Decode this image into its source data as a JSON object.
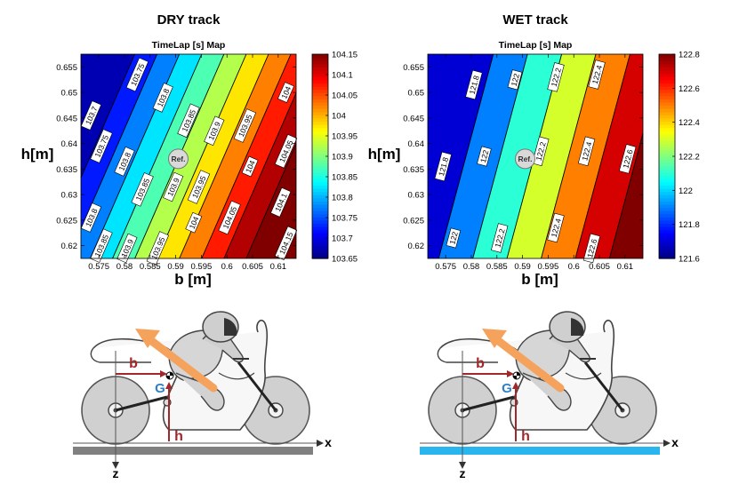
{
  "panels": [
    {
      "id": "dry",
      "header": "DRY track",
      "chart_title": "TimeLap [s] Map",
      "xlabel": "b [m]",
      "ylabel": "h[m]",
      "ref_label": "Ref.",
      "ground_color": "#808080"
    },
    {
      "id": "wet",
      "header": "WET track",
      "chart_title": "TimeLap [s] Map",
      "xlabel": "b [m]",
      "ylabel": "h[m]",
      "ref_label": "Ref.",
      "ground_color": "#29b6ef"
    }
  ],
  "diagram_labels": {
    "b": "b",
    "h": "h",
    "G": "G",
    "x": "x",
    "z": "z"
  },
  "colors": {
    "arrow_orange": "#f5a35c",
    "dim_red": "#a0282a",
    "g_blue": "#2f7fc8"
  },
  "chart_data": [
    {
      "type": "contour",
      "title": "TimeLap [s] Map",
      "xlabel": "b [m]",
      "ylabel": "h[m]",
      "xlim": [
        0.5715,
        0.6135
      ],
      "ylim": [
        0.6175,
        0.6575
      ],
      "x_ticks": [
        0.575,
        0.58,
        0.585,
        0.59,
        0.595,
        0.6,
        0.605,
        0.61
      ],
      "x_tick_labels": [
        "0.575",
        "0.58",
        "0.585",
        "0.59",
        "0.595",
        "0.6",
        "0.605",
        "0.61"
      ],
      "y_ticks": [
        0.62,
        0.625,
        0.63,
        0.635,
        0.64,
        0.645,
        0.65,
        0.655
      ],
      "y_tick_labels": [
        "0.62",
        "0.625",
        "0.63",
        "0.635",
        "0.64",
        "0.645",
        "0.65",
        "0.655"
      ],
      "colorbar": {
        "min": 103.65,
        "max": 104.15,
        "ticks": [
          104.15,
          104.1,
          104.05,
          104,
          103.95,
          103.9,
          103.85,
          103.8,
          103.75,
          103.7,
          103.65
        ],
        "tick_labels": [
          "104.15",
          "104.1",
          "104.05",
          "104",
          "103.95",
          "103.9",
          "103.85",
          "103.8",
          "103.75",
          "103.7",
          "103.65"
        ]
      },
      "reference_point": {
        "b": 0.5905,
        "h": 0.637,
        "label": "Ref."
      },
      "field": {
        "base": 103.9,
        "db": 11.5,
        "dh": -5.0,
        "b0": 0.5905,
        "h0": 0.637
      },
      "levels": [
        103.7,
        103.75,
        103.8,
        103.85,
        103.9,
        103.95,
        104,
        104.05,
        104.1,
        104.15
      ],
      "contour_labels": [
        {
          "text": "103.7",
          "b": 0.5735,
          "h": 0.6455
        },
        {
          "text": "103.75",
          "b": 0.5825,
          "h": 0.6535
        },
        {
          "text": "103.75",
          "b": 0.5755,
          "h": 0.6395
        },
        {
          "text": "103.8",
          "b": 0.5875,
          "h": 0.649
        },
        {
          "text": "103.8",
          "b": 0.58,
          "h": 0.6365
        },
        {
          "text": "103.8",
          "b": 0.5735,
          "h": 0.6255
        },
        {
          "text": "103.85",
          "b": 0.5925,
          "h": 0.6445
        },
        {
          "text": "103.85",
          "b": 0.5835,
          "h": 0.631
        },
        {
          "text": "103.85",
          "b": 0.5755,
          "h": 0.62
        },
        {
          "text": "103.9",
          "b": 0.5975,
          "h": 0.6425
        },
        {
          "text": "103.9",
          "b": 0.5895,
          "h": 0.6315
        },
        {
          "text": "103.9",
          "b": 0.5805,
          "h": 0.6195
        },
        {
          "text": "103.95",
          "b": 0.6035,
          "h": 0.6435
        },
        {
          "text": "103.95",
          "b": 0.5945,
          "h": 0.6315
        },
        {
          "text": "103.95",
          "b": 0.5865,
          "h": 0.6195
        },
        {
          "text": "104",
          "b": 0.6045,
          "h": 0.6355
        },
        {
          "text": "104",
          "b": 0.5935,
          "h": 0.6245
        },
        {
          "text": "104.05",
          "b": 0.6115,
          "h": 0.6385
        },
        {
          "text": "104.05",
          "b": 0.6005,
          "h": 0.6255
        },
        {
          "text": "104.1",
          "b": 0.6105,
          "h": 0.6285
        },
        {
          "text": "104.15",
          "b": 0.6115,
          "h": 0.6205
        },
        {
          "text": "104",
          "b": 0.6115,
          "h": 0.65
        }
      ]
    },
    {
      "type": "contour",
      "title": "TimeLap [s] Map",
      "xlabel": "b [m]",
      "ylabel": "h[m]",
      "xlim": [
        0.5715,
        0.6135
      ],
      "ylim": [
        0.6175,
        0.6575
      ],
      "x_ticks": [
        0.575,
        0.58,
        0.585,
        0.59,
        0.595,
        0.6,
        0.605,
        0.61
      ],
      "x_tick_labels": [
        "0.575",
        "0.58",
        "0.585",
        "0.59",
        "0.595",
        "0.6",
        "0.605",
        "0.61"
      ],
      "y_ticks": [
        0.62,
        0.625,
        0.63,
        0.635,
        0.64,
        0.645,
        0.65,
        0.655
      ],
      "y_tick_labels": [
        "0.62",
        "0.625",
        "0.63",
        "0.635",
        "0.64",
        "0.645",
        "0.65",
        "0.655"
      ],
      "colorbar": {
        "min": 121.6,
        "max": 122.8,
        "ticks": [
          122.8,
          122.6,
          122.4,
          122.2,
          122,
          121.8,
          121.6
        ],
        "tick_labels": [
          "122.8",
          "122.6",
          "122.4",
          "122.2",
          "122",
          "121.8",
          "121.6"
        ]
      },
      "reference_point": {
        "b": 0.5905,
        "h": 0.637,
        "label": "Ref."
      },
      "field": {
        "base": 122.15,
        "db": 30.0,
        "dh": -8.0,
        "b0": 0.5905,
        "h0": 0.637
      },
      "levels": [
        121.8,
        122,
        122.2,
        122.4,
        122.6,
        122.8
      ],
      "contour_labels": [
        {
          "text": "121.8",
          "b": 0.5805,
          "h": 0.6515
        },
        {
          "text": "121.8",
          "b": 0.5745,
          "h": 0.6355
        },
        {
          "text": "122",
          "b": 0.5885,
          "h": 0.6525
        },
        {
          "text": "122",
          "b": 0.5825,
          "h": 0.6375
        },
        {
          "text": "122",
          "b": 0.5765,
          "h": 0.6215
        },
        {
          "text": "122.2",
          "b": 0.5965,
          "h": 0.653
        },
        {
          "text": "122.2",
          "b": 0.5935,
          "h": 0.6385
        },
        {
          "text": "122.2",
          "b": 0.5855,
          "h": 0.6215
        },
        {
          "text": "122.4",
          "b": 0.6045,
          "h": 0.6535
        },
        {
          "text": "122.4",
          "b": 0.6025,
          "h": 0.6385
        },
        {
          "text": "122.4",
          "b": 0.5965,
          "h": 0.6235
        },
        {
          "text": "122.6",
          "b": 0.6105,
          "h": 0.637
        },
        {
          "text": "122.6",
          "b": 0.6035,
          "h": 0.6195
        }
      ]
    }
  ]
}
